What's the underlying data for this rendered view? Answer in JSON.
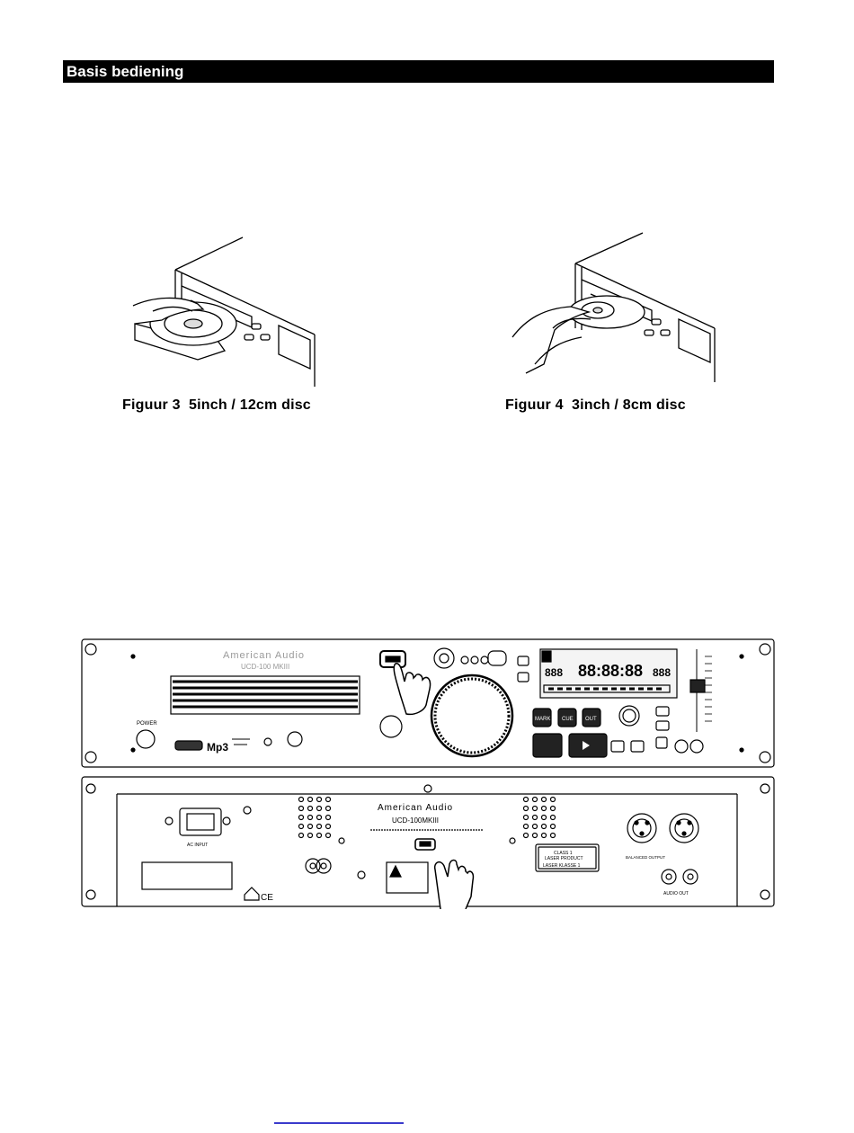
{
  "section": {
    "title": "Basis bediening"
  },
  "figures": [
    {
      "caption": "Figuur 3  5inch / 12cm disc"
    },
    {
      "caption": "Figuur 4  3inch / 8cm disc"
    }
  ],
  "front_panel": {
    "brand": "American Audio",
    "model": "UCD-100 MKIII",
    "power_label": "POWER",
    "mp3_label": "Mp3",
    "lcd_time": "88:88:88",
    "buttons": {
      "mark": "MARK",
      "cue": "CUE",
      "out": "OUT"
    }
  },
  "rear_panel": {
    "brand": "American Audio",
    "model": "UCD-100MKIII",
    "ac_input_label": "AC INPUT",
    "audio_out_label": "AUDIO OUT",
    "balanced_label": "BALANCED OUTPUT",
    "laser_label_1": "CLASS 1",
    "laser_label_2": "LASER PRODUCT",
    "laser_label_3": "LASER KLASSE 1"
  },
  "colors": {
    "bar": "#000000",
    "link": "#3b3bcc"
  }
}
